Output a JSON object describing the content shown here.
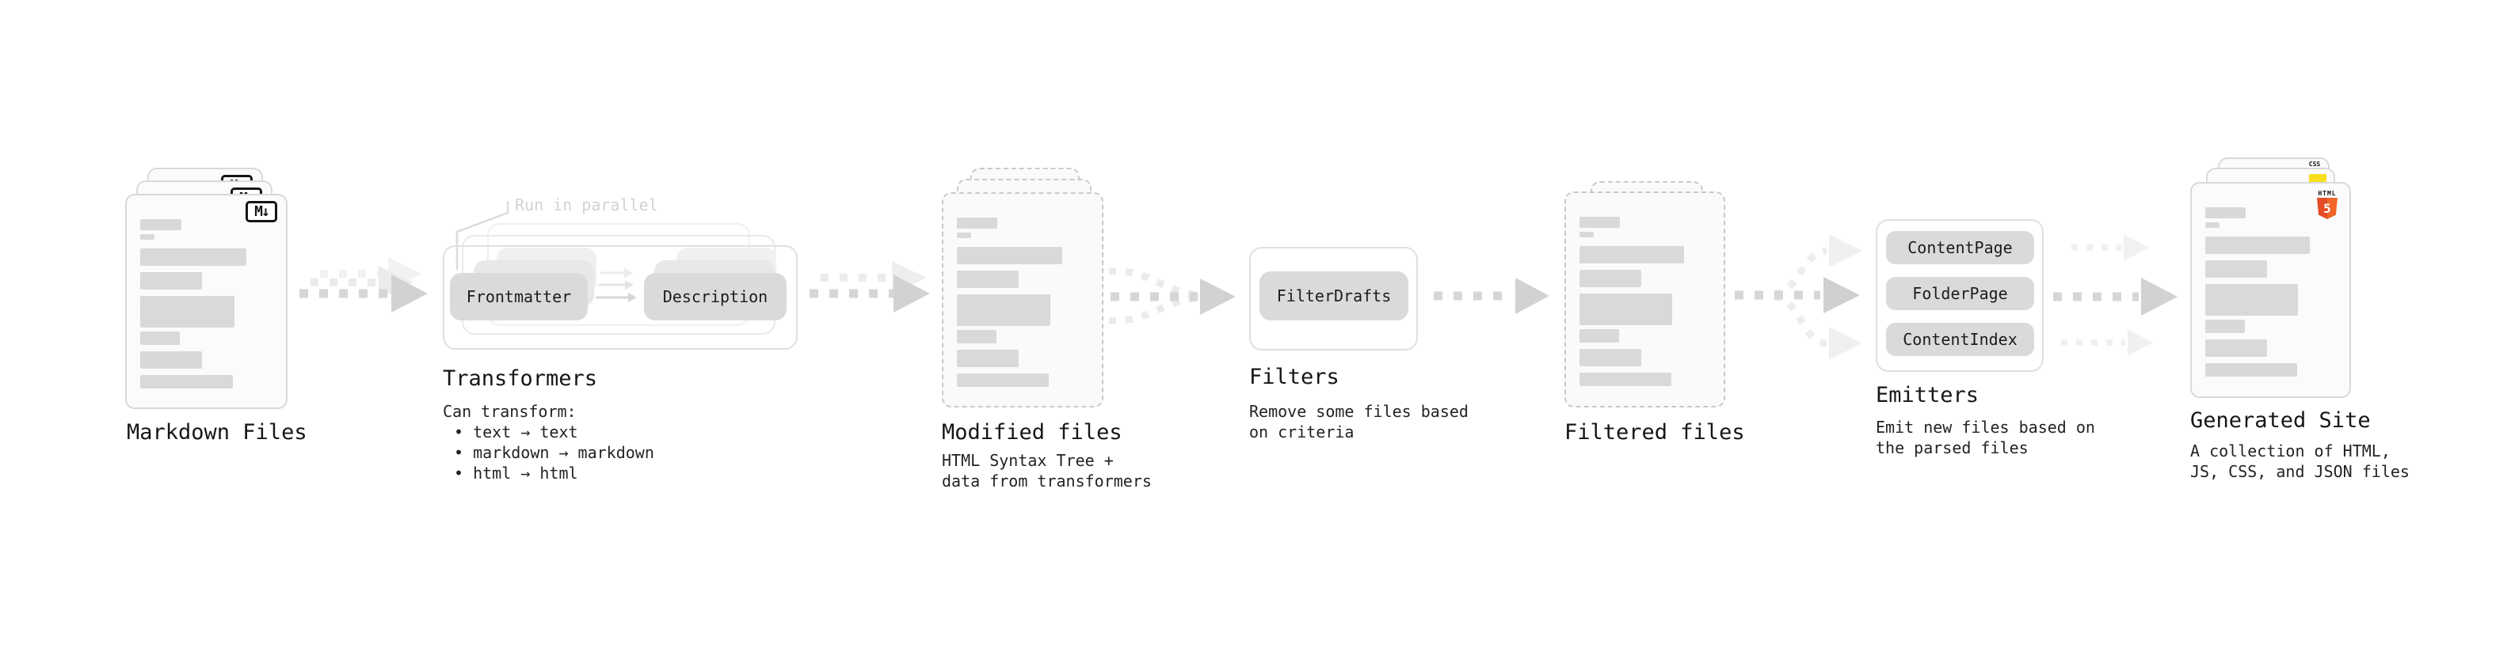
{
  "diagram": {
    "nodes": {
      "markdown_files": {
        "title": "Markdown Files",
        "badge": "M↓"
      },
      "transformers": {
        "title": "Transformers",
        "parallel_note": "Run in parallel",
        "source_pill": "Frontmatter",
        "target_pill": "Description",
        "caption": "Can transform:",
        "bullets": [
          "• text → text",
          "• markdown → markdown",
          "• html → html"
        ]
      },
      "modified_files": {
        "title": "Modified files",
        "subtitle": [
          "HTML Syntax Tree +",
          "data from transformers"
        ]
      },
      "filters": {
        "title": "Filters",
        "pill": "FilterDrafts",
        "subtitle": [
          "Remove some files based",
          "on criteria"
        ]
      },
      "filtered_files": {
        "title": "Filtered files"
      },
      "emitters": {
        "title": "Emitters",
        "pills": [
          "ContentPage",
          "FolderPage",
          "ContentIndex"
        ],
        "subtitle": [
          "Emit new files based on",
          "the parsed files"
        ]
      },
      "generated_site": {
        "title": "Generated Site",
        "subtitle": [
          "A collection of HTML,",
          "JS, CSS, and JSON files"
        ],
        "badges": {
          "html_label": "HTML",
          "html_number": "5",
          "css_label": "CSS"
        }
      }
    },
    "colors": {
      "background": "#ffffff",
      "card_fill": "#fbfbfb",
      "card_border": "#d9d9d9",
      "dashed_border": "#c9c9c9",
      "bar_fill": "#d9d9d9",
      "pill_fill": "#dadada",
      "box_border": "#e0e0e0",
      "arrow_main": "#d2d2d2",
      "arrow_ghost": "#ededed",
      "heading_text": "#161616",
      "body_text": "#232323",
      "muted_label": "#d2d2d2",
      "markdown_badge": "#141414",
      "html5_orange": "#e44d26",
      "js_yellow": "#f7df1e",
      "css_blue": "#2965f1"
    }
  }
}
